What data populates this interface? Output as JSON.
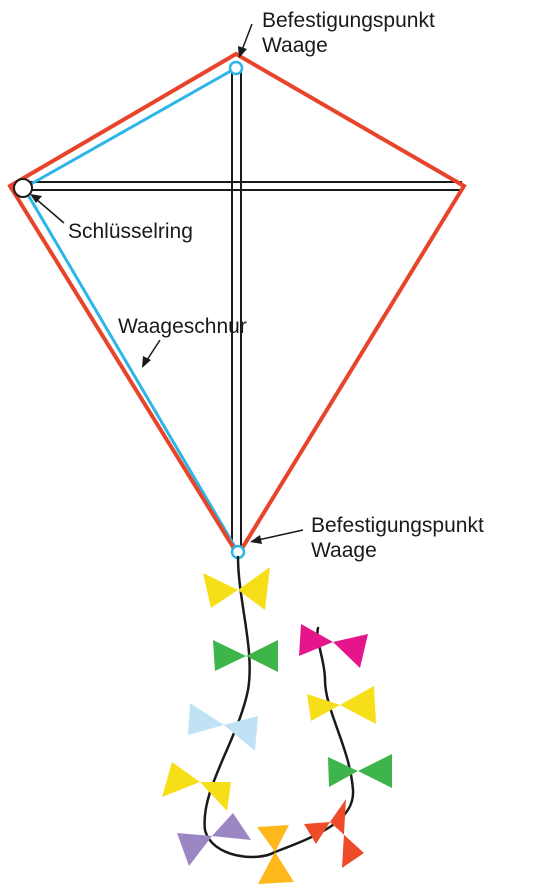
{
  "labels": {
    "top_attachment_line1": "Befestigungspunkt",
    "top_attachment_line2": "Waage",
    "key_ring": "Schlüsselring",
    "bridle_line": "Waageschnur",
    "bottom_attachment_line1": "Befestigungspunkt",
    "bottom_attachment_line2": "Waage"
  },
  "colors": {
    "kite_outline": "#e8442a",
    "bridle": "#2bb5e8",
    "spar": "#1a1a1a",
    "tail_string": "#1a1a1a",
    "bows": [
      "#f6df18",
      "#3db54a",
      "#bfe3f5",
      "#f6df18",
      "#9b86c4",
      "#ffb81c",
      "#ee4b2b",
      "#3db54a",
      "#f6df18",
      "#e5168c"
    ]
  }
}
